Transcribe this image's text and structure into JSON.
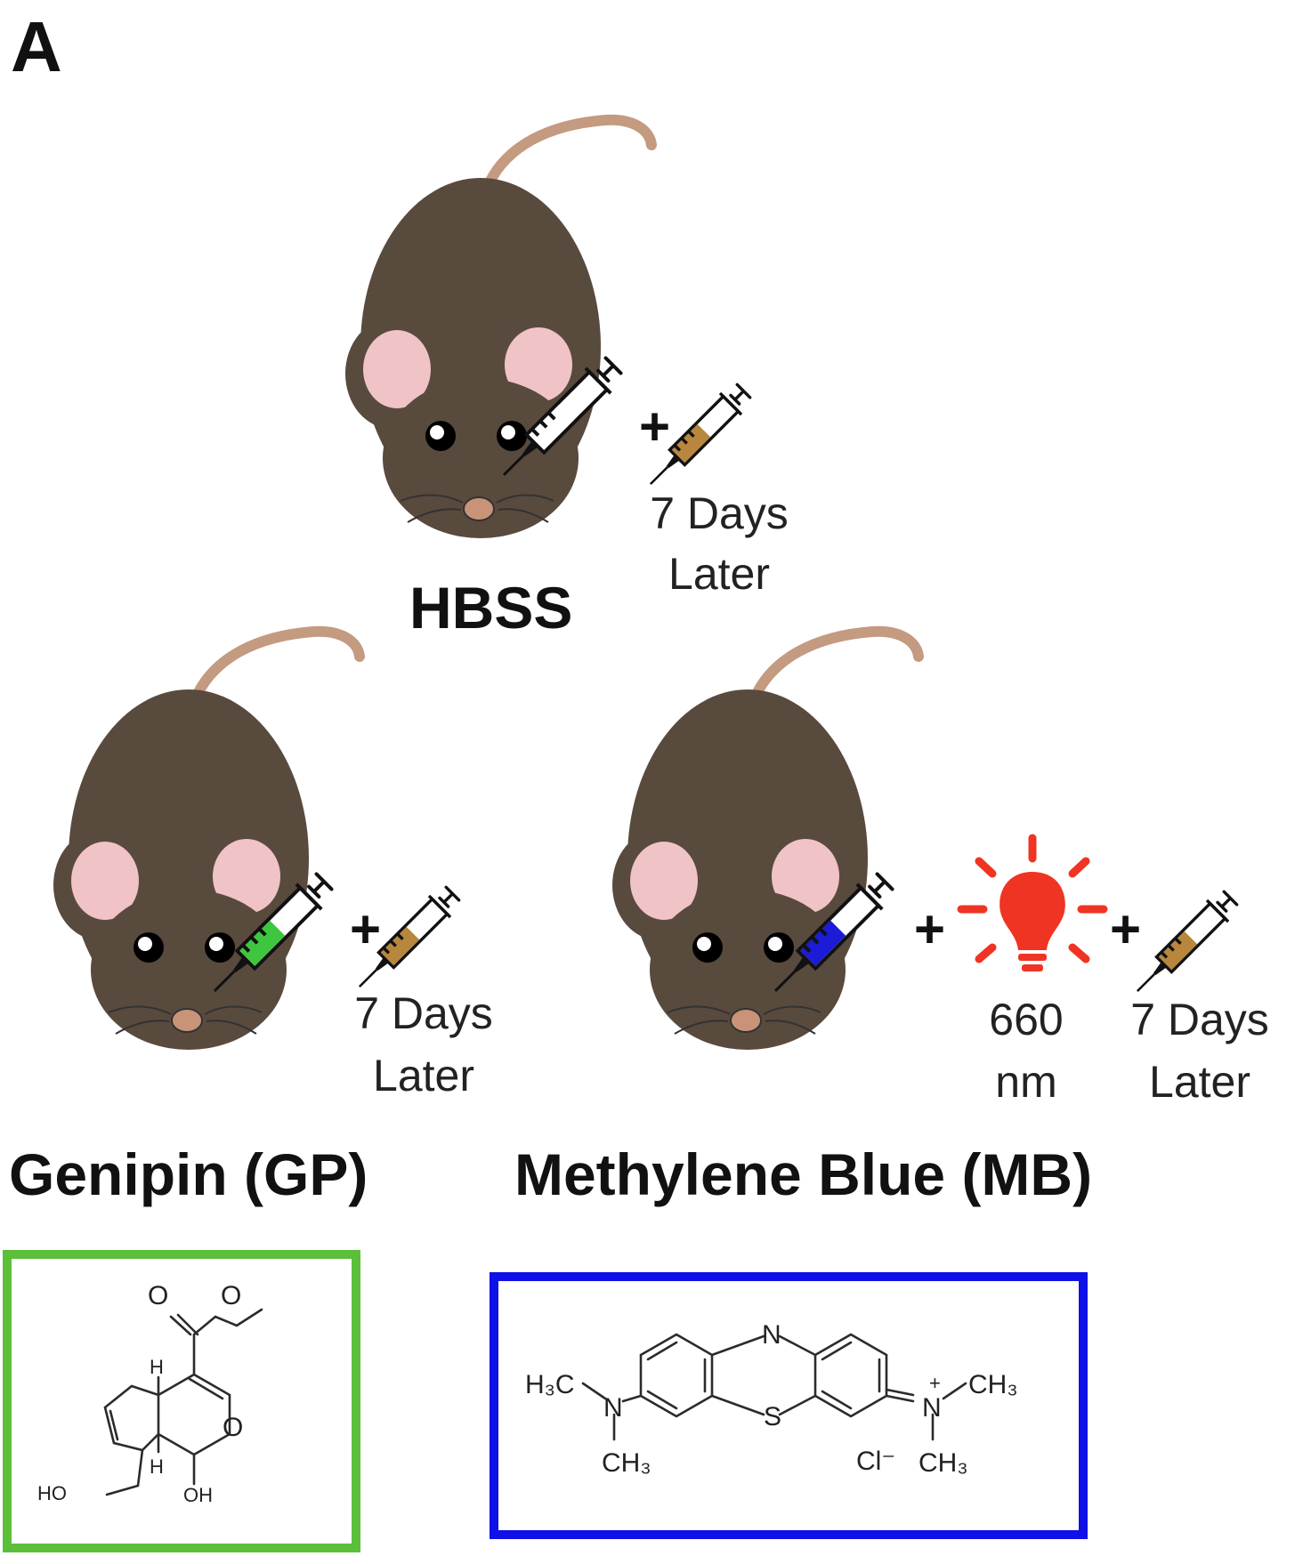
{
  "panel_label": "A",
  "groups": {
    "hbss": {
      "label": "HBSS",
      "timing": [
        "7 Days",
        "Later"
      ],
      "syringe_color": "#ffffff"
    },
    "genipin": {
      "label": "Genipin (GP)",
      "timing": [
        "7 Days",
        "Later"
      ],
      "syringe_color": "#3ec63e"
    },
    "methylene_blue": {
      "label": "Methylene Blue (MB)",
      "light": [
        "660",
        "nm"
      ],
      "timing": [
        "7 Days",
        "Later"
      ],
      "syringe_color": "#1b1bd8"
    }
  },
  "plus_sign": "+",
  "colors": {
    "mouse_body": "#594a3e",
    "mouse_ear_inner": "#f0c3c6",
    "tail": "#c49a80",
    "nose": "#c99378",
    "second_syringe_fill": "#b8863c",
    "bulb": "#f03424",
    "genipin_box": "#5cbf3a",
    "mb_box": "#1010e8"
  },
  "genipin_structure": {
    "atoms": {
      "o_carbonyl": "O",
      "o_ester": "O",
      "h_top": "H",
      "h_bottom": "H",
      "o_ring": "O",
      "ho_left": "HO",
      "oh_bottom": "OH"
    }
  },
  "mb_structure": {
    "atoms": {
      "n_top": "N",
      "s_bottom": "S",
      "n_left": "N",
      "h3c_left": "H₃C",
      "ch3_left_bottom": "CH₃",
      "n_plus": "N",
      "plus_charge": "+",
      "ch3_right_top": "CH₃",
      "ch3_right_bottom": "CH₃",
      "chloride": "Cl⁻"
    }
  }
}
